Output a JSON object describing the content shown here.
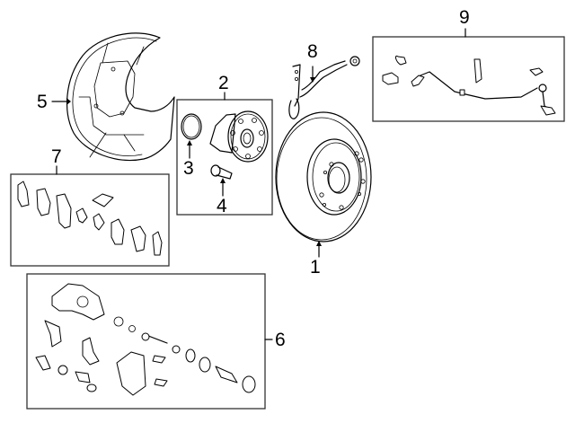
{
  "diagram": {
    "type": "exploded-parts-diagram",
    "subject": "rear brake components",
    "callouts": [
      {
        "number": "1",
        "part": "brake-rotor"
      },
      {
        "number": "2",
        "part": "hub-and-bearing-assembly"
      },
      {
        "number": "3",
        "part": "o-ring"
      },
      {
        "number": "4",
        "part": "wheel-stud"
      },
      {
        "number": "5",
        "part": "splash-shield"
      },
      {
        "number": "6",
        "part": "caliper-assembly-kit"
      },
      {
        "number": "7",
        "part": "brake-pad-kit"
      },
      {
        "number": "8",
        "part": "brake-hose"
      },
      {
        "number": "9",
        "part": "abs-sensor-kit"
      }
    ],
    "colors": {
      "line": "#000000",
      "box_border": "#333333",
      "background": "#ffffff"
    }
  }
}
